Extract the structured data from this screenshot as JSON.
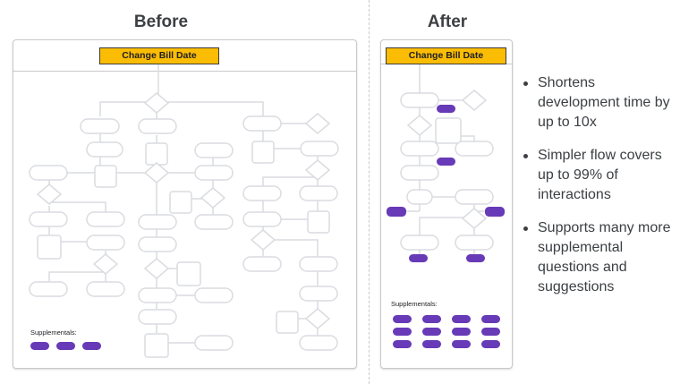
{
  "before_heading": "Before",
  "after_heading": "After",
  "before_panel": {
    "title": "Change Bill Date",
    "supplementals_label": "Supplementals:"
  },
  "after_panel": {
    "title": "Change Bill Date",
    "supplementals_label": "Supplementals:"
  },
  "benefits": [
    "Shortens development time by up to 10x",
    "Simpler flow covers up to 99% of interactions",
    "Supports many more supplemental questions and suggestions"
  ],
  "colors": {
    "title_fill": "#fbbc04",
    "supplemental_pill": "#673ab7",
    "node_stroke": "#dadce0"
  }
}
